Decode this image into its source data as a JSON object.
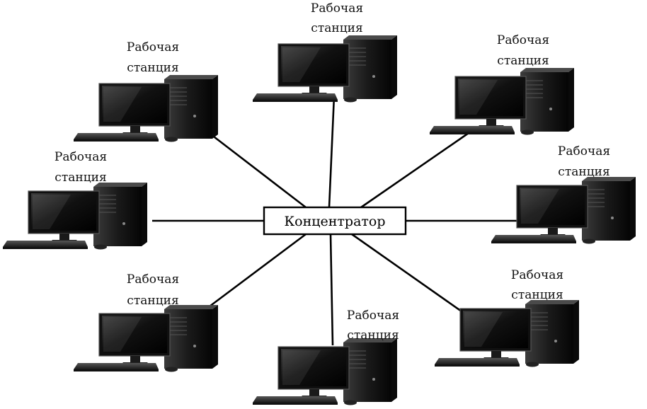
{
  "hub": {
    "label": "Концентратор"
  },
  "workstations": [
    {
      "id": "top",
      "line1": "Рабочая",
      "line2": "станция"
    },
    {
      "id": "top-left",
      "line1": "Рабочая",
      "line2": "станция"
    },
    {
      "id": "top-right",
      "line1": "Рабочая",
      "line2": "станция"
    },
    {
      "id": "mid-left",
      "line1": "Рабочая",
      "line2": "станция"
    },
    {
      "id": "mid-right",
      "line1": "Рабочая",
      "line2": "станция"
    },
    {
      "id": "bottom-left",
      "line1": "Рабочая",
      "line2": "станция"
    },
    {
      "id": "bottom",
      "line1": "Рабочая",
      "line2": "станция"
    },
    {
      "id": "bottom-right",
      "line1": "Рабочая",
      "line2": "станция"
    }
  ]
}
